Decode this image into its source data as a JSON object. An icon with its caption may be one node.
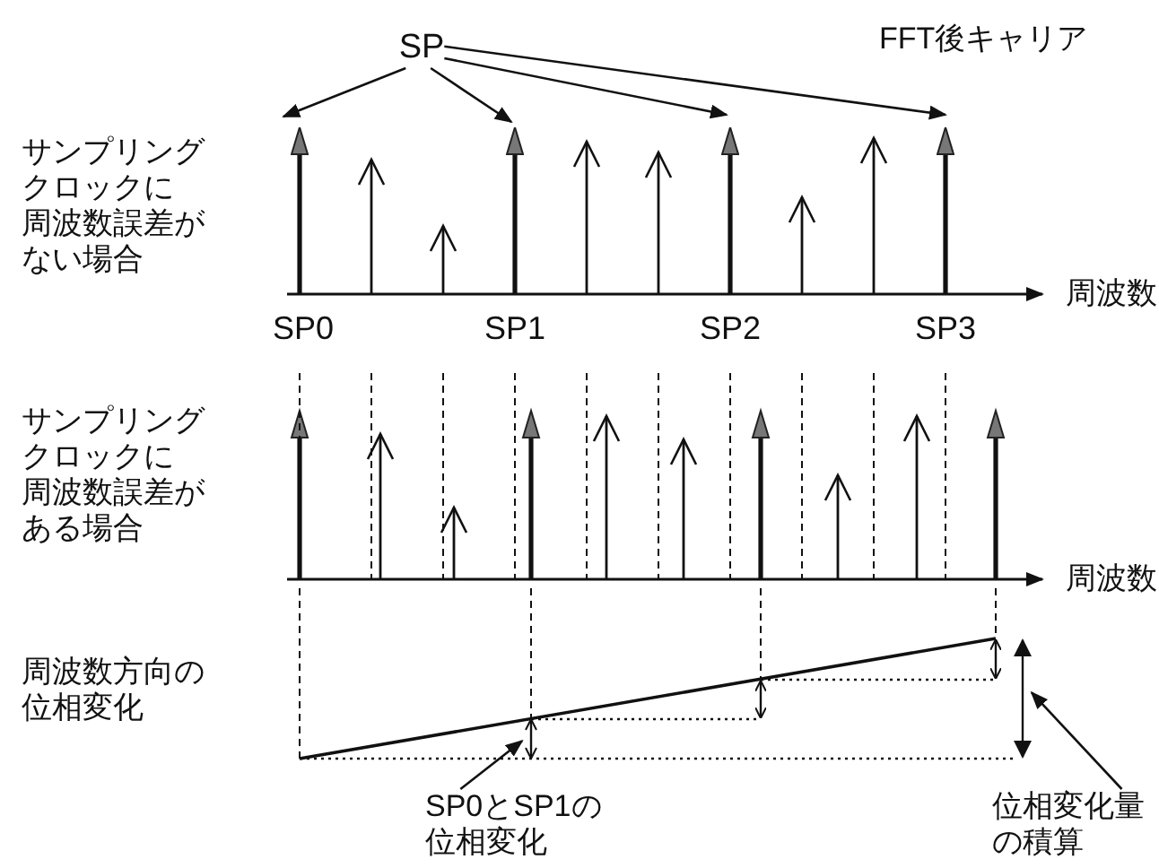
{
  "diagram": {
    "nodes": [
      {
        "text": [
          "SP"
        ]
      },
      {
        "text": [],
        "shape": "arrow",
        "beside": [
          "SP0"
        ]
      },
      {
        "text": [],
        "shape": "arrow",
        "beside": [
          "SP1"
        ]
      },
      {
        "text": [],
        "shape": "arrow",
        "beside": [
          "SP2"
        ]
      },
      {
        "text": [],
        "shape": "arrow",
        "beside": [
          "SP3"
        ]
      },
      {
        "text": [
          "SP0とSP1の位相変化"
        ]
      },
      {
        "text": [
          "位相変化量の積算"
        ]
      },
      {
        "text": [],
        "shape": "arrow"
      },
      {
        "text": [],
        "shape": "arrow"
      }
    ],
    "edges": [
      {
        "from": 0,
        "to": 1,
        "arrow": "to"
      },
      {
        "from": 0,
        "to": 2,
        "arrow": "to"
      },
      {
        "from": 0,
        "to": 3,
        "arrow": "to"
      },
      {
        "from": 0,
        "to": 4,
        "arrow": "to"
      },
      {
        "from": 5,
        "to": 7,
        "arrow": "to"
      },
      {
        "from": 6,
        "to": 8,
        "arrow": "to"
      }
    ],
    "labels": [
      "FFT後キャリア",
      "サンプリングクロックに周波数誤差がない場合",
      "周波数",
      "サンプリングクロックに周波数誤差がある場合",
      "周波数",
      "周波数方向の位相変化"
    ]
  }
}
